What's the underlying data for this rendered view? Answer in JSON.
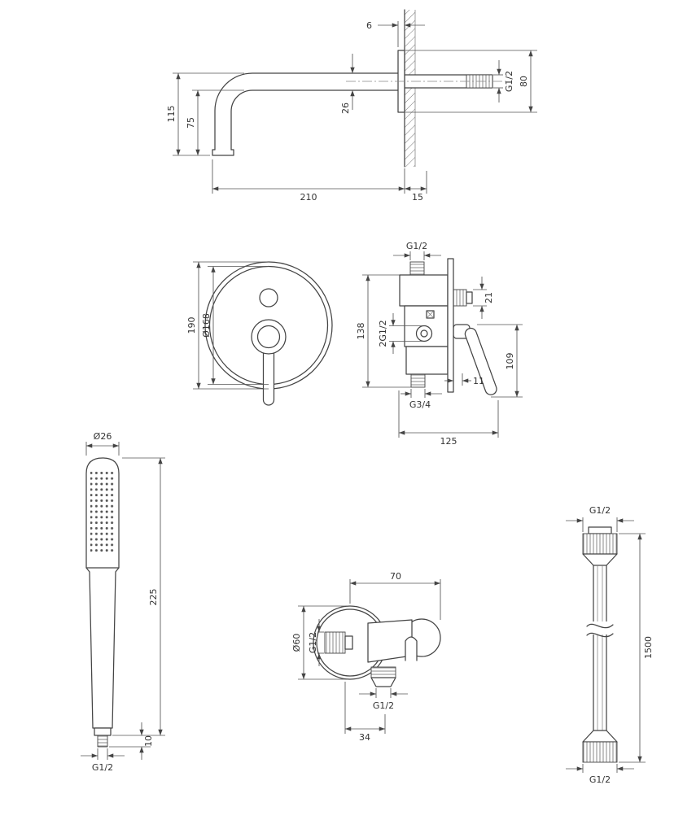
{
  "colors": {
    "line": "#444444",
    "dimension": "#555555",
    "text": "#333333",
    "background": "#ffffff"
  },
  "drawings": {
    "spout": {
      "dims": {
        "escutcheon_thickness": "6",
        "inlet_thread": "G1/2",
        "escutcheon_diameter": "80",
        "height_overall": "115",
        "height_below": "75",
        "pipe_diameter": "26",
        "reach": "210",
        "wall_depth": "15"
      }
    },
    "mixer_front": {
      "dims": {
        "overall_height": "190",
        "plate_diameter": "Ø168"
      }
    },
    "mixer_side": {
      "dims": {
        "inlet_thread": "G1/2",
        "diverter_diameter": "21",
        "body_height": "138",
        "side_ports": "2G1/2",
        "handle_length": "109",
        "plate_gap": "11",
        "outlet_thread": "G3/4",
        "overall_depth": "125"
      }
    },
    "handshower": {
      "dims": {
        "head_diameter": "Ø26",
        "length": "225",
        "thread_length": "10",
        "thread": "G1/2"
      }
    },
    "holder_elbow": {
      "dims": {
        "reach": "70",
        "plate_diameter": "Ø60",
        "inlet_thread": "G1/2",
        "outlet_thread": "G1/2",
        "outlet_offset": "34"
      }
    },
    "hose": {
      "dims": {
        "top_thread": "G1/2",
        "length": "1500",
        "bottom_thread": "G1/2"
      }
    }
  }
}
